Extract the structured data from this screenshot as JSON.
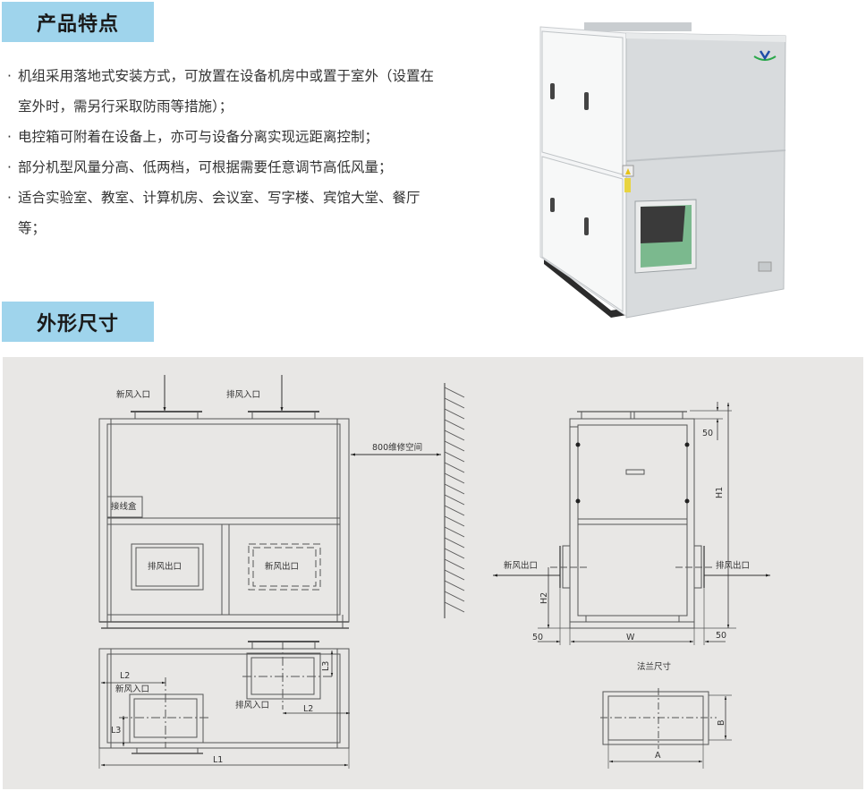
{
  "sections": {
    "features_title": "产品特点",
    "dimensions_title": "外形尺寸"
  },
  "features": [
    {
      "bullet": "·",
      "text": "机组采用落地式安装方式，可放置在设备机房中或置于室外（设置在室外时，需另行采取防雨等措施）；"
    },
    {
      "bullet": "·",
      "text": "电控箱可附着在设备上，亦可与设备分离实现远距离控制；"
    },
    {
      "bullet": "·",
      "text": "部分机型风量分高、低两档，可根据需要任意调节高低风量；"
    },
    {
      "bullet": "·",
      "text": "适合实验室、教室、计算机房、会议室、写字楼、宾馆大堂、餐厅等；"
    }
  ],
  "product_image": {
    "alt": "空气处理机组产品照片"
  },
  "drawing": {
    "front_view": {
      "fresh_air_inlet": "新风入口",
      "exhaust_air_inlet": "排风入口",
      "maintenance_space": "800维修空间",
      "junction_box": "接线盒",
      "exhaust_air_outlet": "排风出口",
      "fresh_air_outlet": "新风出口"
    },
    "side_view": {
      "fresh_air_outlet": "新风出口",
      "exhaust_air_outlet": "排风出口",
      "dim_top": "50",
      "dim_h1": "H1",
      "dim_h2": "H2",
      "dim_left": "50",
      "dim_w": "W",
      "dim_right": "50"
    },
    "top_view": {
      "dim_l2_left": "L2",
      "fresh_air_inlet": "新风入口",
      "dim_l3_left": "L3",
      "exhaust_air_inlet": "排风入口",
      "dim_l3_right": "L3",
      "dim_l2_right": "L2",
      "dim_l1": "L1"
    },
    "flange": {
      "title": "法兰尺寸",
      "dim_a": "A",
      "dim_b": "B"
    }
  },
  "colors": {
    "header_bg": "#9fd4ec",
    "panel_bg": "#e8e7e5",
    "line": "#555555"
  }
}
